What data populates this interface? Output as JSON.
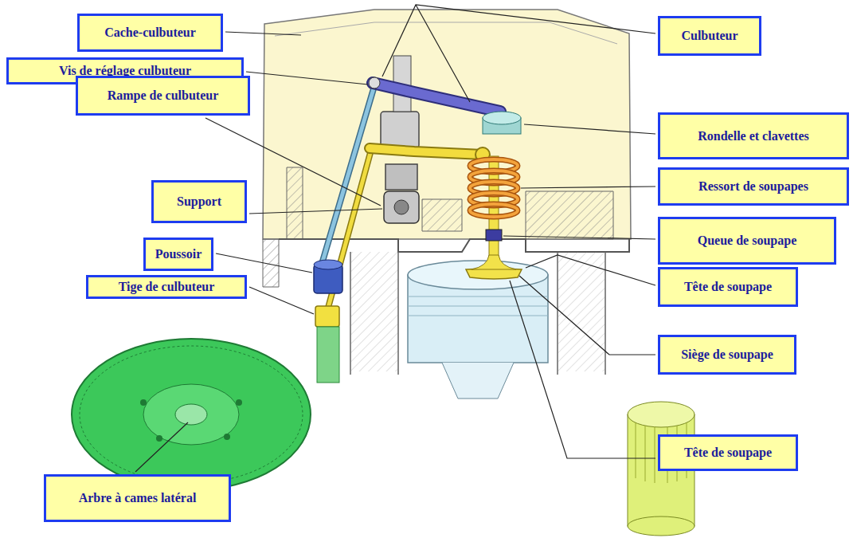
{
  "diagram": {
    "nodes": [
      {
        "text": [
          "Cache-culbuteur"
        ]
      },
      {
        "text": [
          "Culbuteur"
        ]
      },
      {
        "text": [
          "Vis de réglage culbuteur"
        ]
      },
      {
        "text": [
          "Rampe de culbuteur"
        ]
      },
      {
        "text": [
          "Rondelle et clavettes"
        ]
      },
      {
        "text": [
          "Ressort de soupapes"
        ]
      },
      {
        "text": [
          "Support"
        ]
      },
      {
        "text": [
          "Queue de soupape"
        ]
      },
      {
        "text": [
          "Poussoir"
        ]
      },
      {
        "text": [
          "Tige de culbuteur"
        ]
      },
      {
        "text": [
          "Tête de soupape"
        ]
      },
      {
        "text": [
          "Siège de soupape"
        ]
      },
      {
        "text": [
          "Tête de soupape"
        ]
      },
      {
        "text": [
          "Arbre à cames latéral"
        ]
      }
    ]
  }
}
